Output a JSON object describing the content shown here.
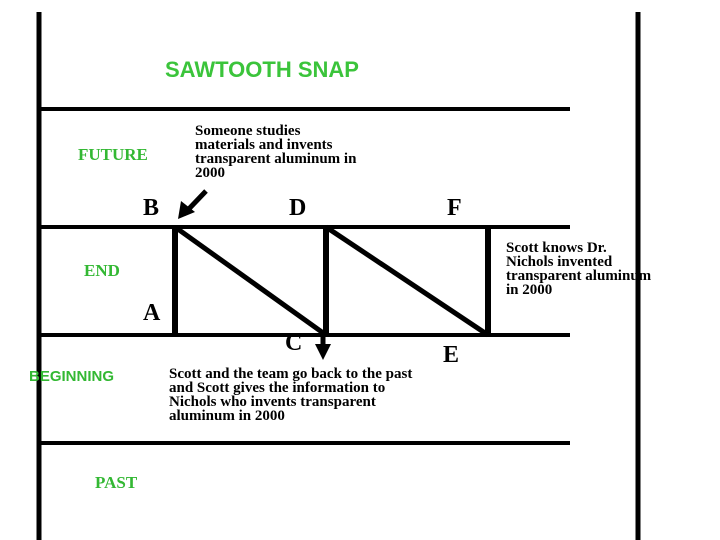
{
  "title": "SAWTOOTH SNAP",
  "zones": {
    "future": "FUTURE",
    "end": "END",
    "beginning": "BEGINNING",
    "past": "PAST"
  },
  "points": {
    "a": "A",
    "b": "B",
    "c": "C",
    "d": "D",
    "e": "E",
    "f": "F"
  },
  "notes": {
    "invent": "Someone studies materials and invents transparent aluminum in 2000",
    "go_back": "Scott and the team go back to the past and Scott gives the information to Nichols who invents transparent aluminum in 2000",
    "knows": "Scott knows Dr. Nichols invented transparent aluminum in 2000"
  },
  "colors": {
    "zone_label": "#33b833",
    "title": "#3bc43b",
    "lines": "#000000"
  }
}
